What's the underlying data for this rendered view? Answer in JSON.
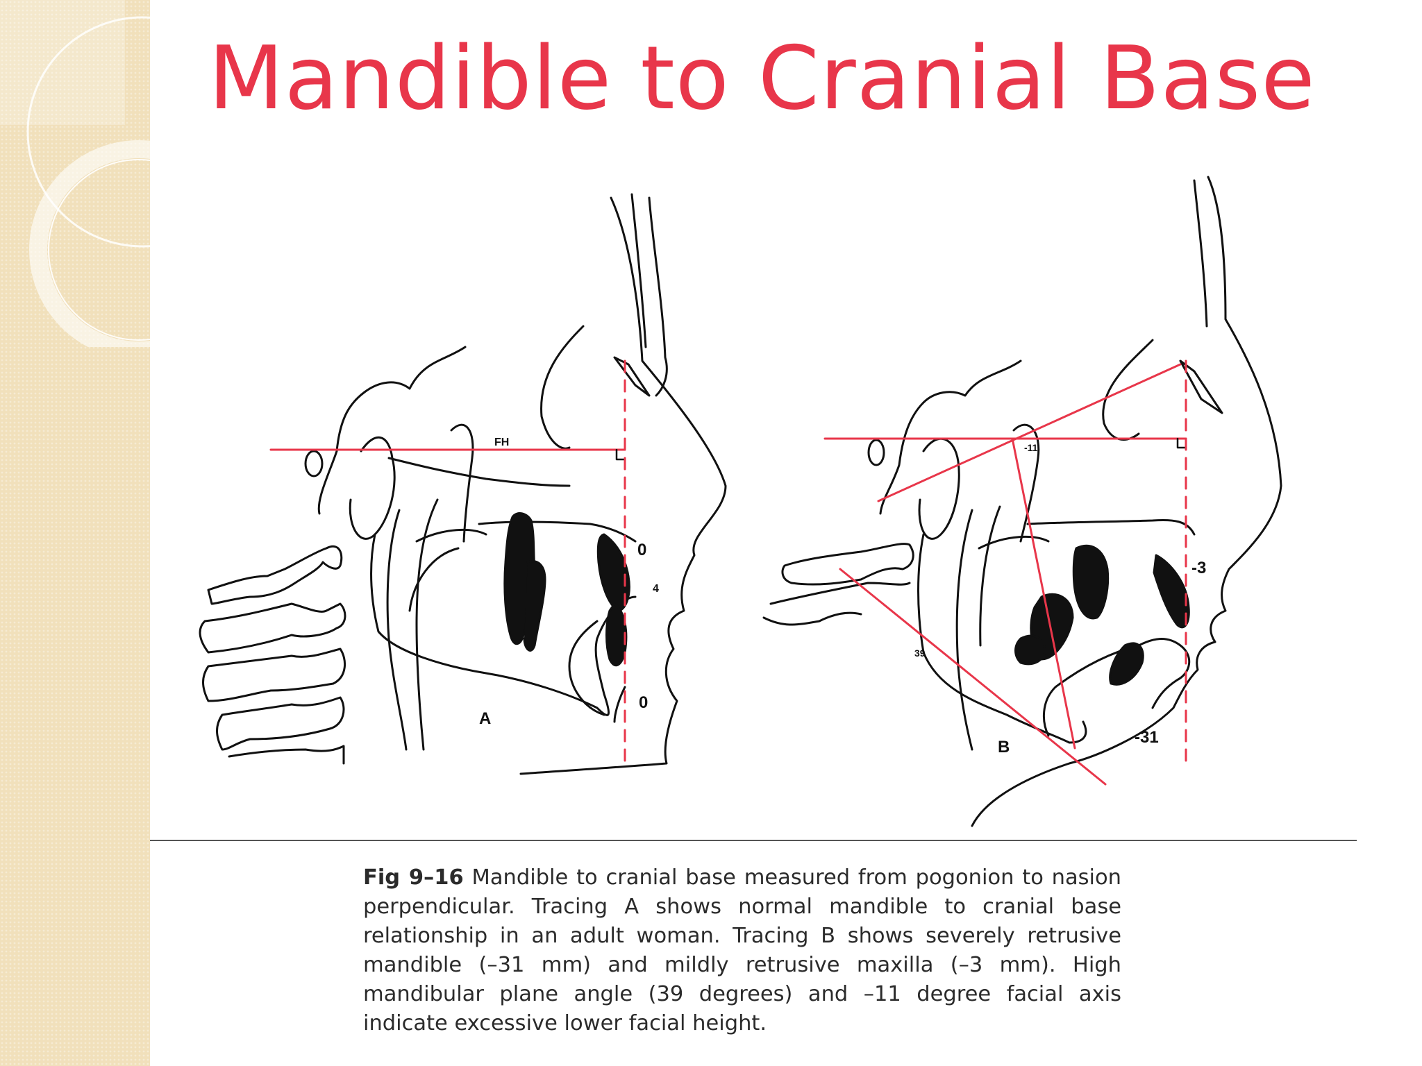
{
  "slide": {
    "title": "Mandible to Cranial Base",
    "accent_color": "#e8364a"
  },
  "figure": {
    "tracing_a": {
      "label": "A",
      "fh_label": "FH",
      "value_upper": "0",
      "value_mid": "4",
      "value_lower": "0"
    },
    "tracing_b": {
      "label": "B",
      "facial_axis": "-11",
      "maxilla": "-3",
      "mandible": "-31",
      "mandibular_plane_angle": "39"
    }
  },
  "caption": {
    "fig_label": "Fig 9–16",
    "text": " Mandible to cranial base measured from pogonion to nasion perpendicular. Tracing A shows normal mandible to cranial base relationship in an adult woman. Tracing B shows severely retrusive mandible (–31 mm) and mildly retrusive maxilla (–3 mm). High mandibular plane angle (39 degrees) and –11 degree facial axis indicate excessive lower facial height."
  }
}
